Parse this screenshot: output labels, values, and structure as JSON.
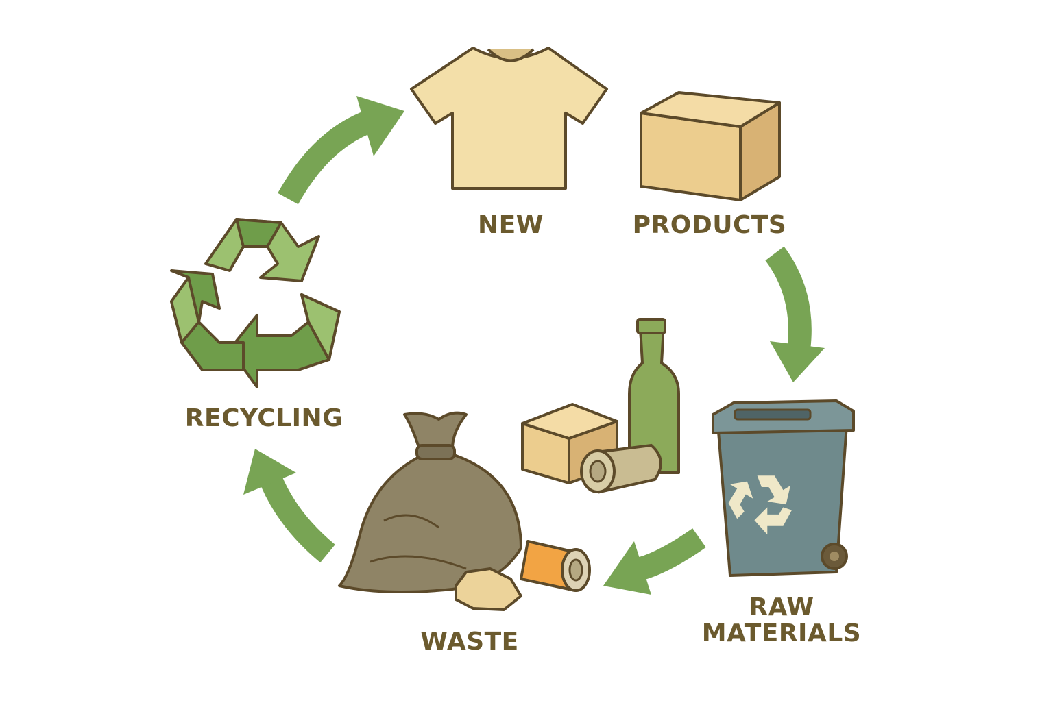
{
  "colors": {
    "arrow": "#78a454",
    "outline": "#5c4a2a",
    "label": "#6b5a2e",
    "tshirt": "#f3dfa9",
    "box": "#eccd8e",
    "bin": "#6f8a8c",
    "bag": "#8f8466",
    "recycle_light": "#9cc170",
    "recycle_dark": "#6f9d4a",
    "can_orange": "#f2a444",
    "bottle": "#8caa5a"
  },
  "labels": {
    "new": "NEW",
    "products": "PRODUCTS",
    "recycling": "RECYCLING",
    "waste": "WASTE",
    "raw_line1": "RAW",
    "raw_line2": "MATERIALS"
  },
  "icons": {
    "tshirt": "tshirt-icon",
    "box": "cardboard-box-icon",
    "bin": "recycling-bin-icon",
    "materials": "raw-materials-icon",
    "bag": "garbage-bag-icon",
    "recycle": "recycle-symbol-icon"
  }
}
